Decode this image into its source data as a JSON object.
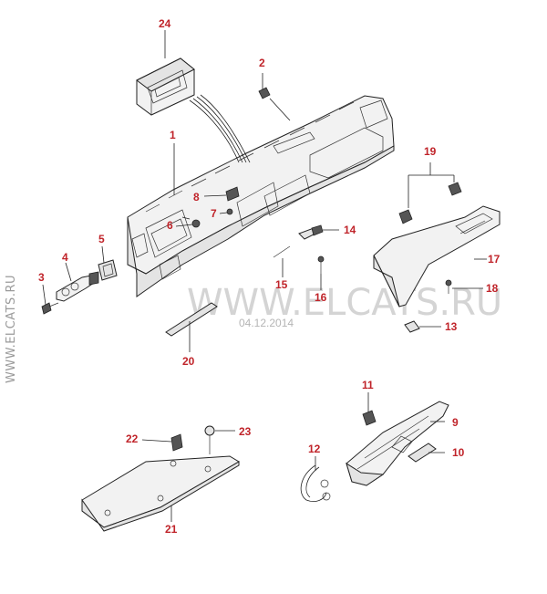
{
  "watermark": {
    "center": "WWW.ELCATS.RU",
    "side": "WWW.ELCATS.RU",
    "date": "04.12.2014"
  },
  "callouts": {
    "c1": "1",
    "c2": "2",
    "c3": "3",
    "c4": "4",
    "c5": "5",
    "c6": "6",
    "c7": "7",
    "c8": "8",
    "c9": "9",
    "c10": "10",
    "c11": "11",
    "c12": "12",
    "c13": "13",
    "c14": "14",
    "c15": "15",
    "c16": "16",
    "c17": "17",
    "c18": "18",
    "c19": "19",
    "c20": "20",
    "c21": "21",
    "c22": "22",
    "c23": "23",
    "c24": "24"
  },
  "colors": {
    "callout": "#c0242a",
    "line": "#222222",
    "watermark": "#d4d4d4"
  }
}
